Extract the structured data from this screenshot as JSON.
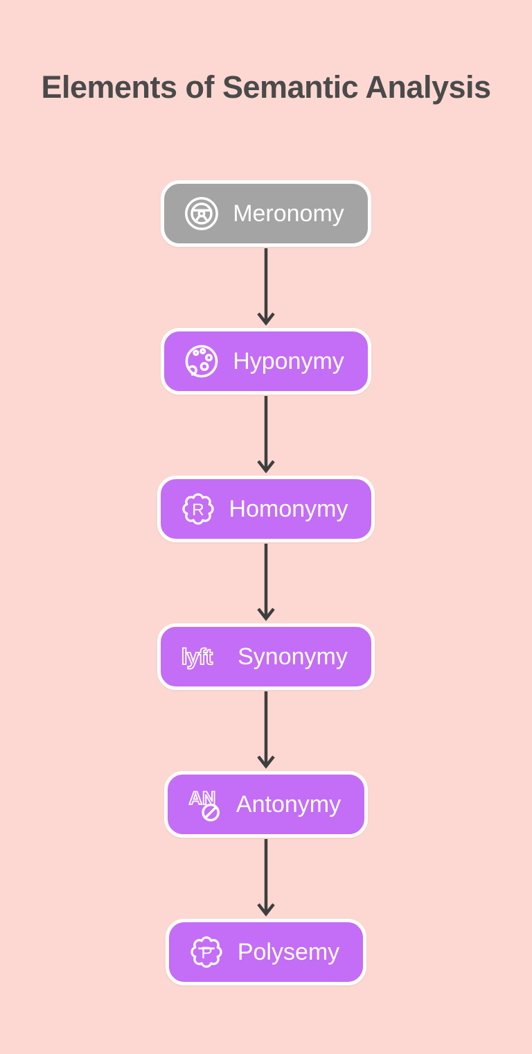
{
  "title": "Elements of Semantic Analysis",
  "nodes": [
    {
      "label": "Meronomy",
      "icon": "steering-wheel-icon",
      "color": "#a4a4a4"
    },
    {
      "label": "Hyponymy",
      "icon": "palette-icon",
      "color": "#c46df6"
    },
    {
      "label": "Homonymy",
      "icon": "registered-badge-icon",
      "color": "#c46df6"
    },
    {
      "label": "Synonymy",
      "icon": "lyft-logo-icon",
      "color": "#c46df6"
    },
    {
      "label": "Antonymy",
      "icon": "an-prohibited-icon",
      "color": "#c46df6"
    },
    {
      "label": "Polysemy",
      "icon": "peso-badge-icon",
      "color": "#c46df6"
    }
  ],
  "colors": {
    "background": "#fdd8d3",
    "title_text": "#4a4a4a",
    "arrow": "#3e3e3e",
    "node_border": "#ffffff",
    "node_text": "#ffffff",
    "node_gray": "#a4a4a4",
    "node_purple": "#c46df6"
  }
}
